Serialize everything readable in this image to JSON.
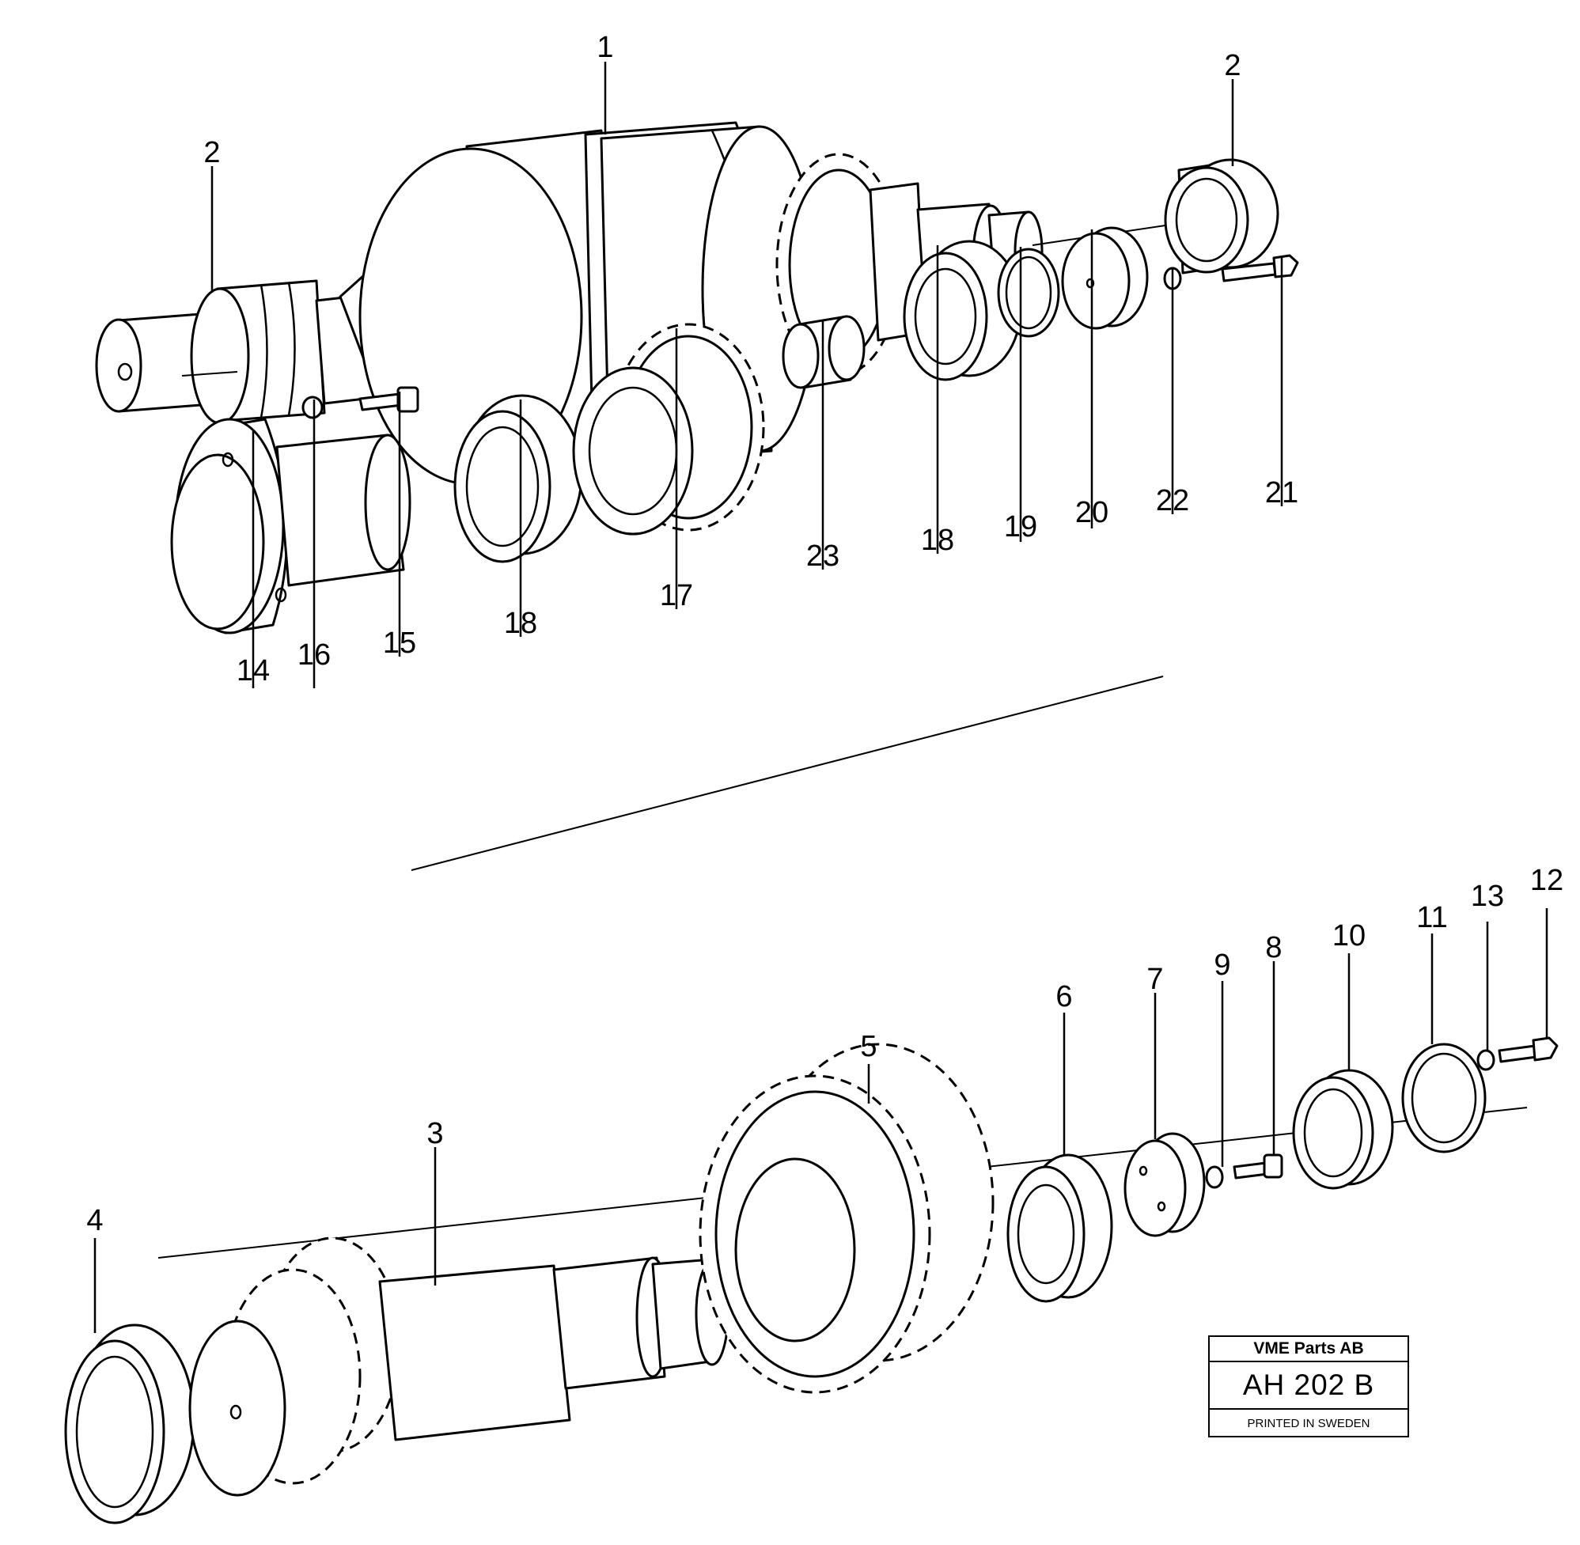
{
  "callouts": {
    "c1": "1",
    "c2a": "2",
    "c2b": "2",
    "c3": "3",
    "c4": "4",
    "c5": "5",
    "c6": "6",
    "c7": "7",
    "c8": "8",
    "c9": "9",
    "c10": "10",
    "c11": "11",
    "c12": "12",
    "c13": "13",
    "c14": "14",
    "c15": "15",
    "c16": "16",
    "c17": "17",
    "c18a": "18",
    "c18b": "18",
    "c19": "19",
    "c20": "20",
    "c21": "21",
    "c22": "22",
    "c23": "23"
  },
  "stamp": {
    "company": "VME Parts AB",
    "code": "AH 202  B",
    "printed": "PRINTED IN SWEDEN"
  }
}
